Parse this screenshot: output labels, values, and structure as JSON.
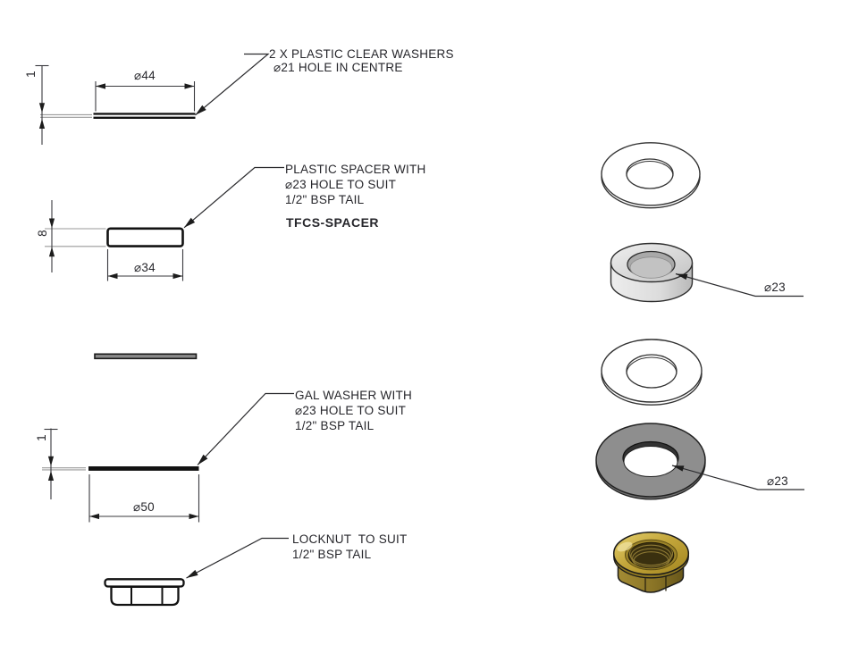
{
  "drawing": {
    "background": "#ffffff",
    "ink_color": "#26262b",
    "line_color": "#3a3a3e",
    "callouts": {
      "washers": {
        "line1": "2 X PLASTIC CLEAR WASHERS",
        "line2": "⌀21 HOLE IN CENTRE"
      },
      "spacer": {
        "line1": "PLASTIC SPACER WITH",
        "line2": "⌀23 HOLE TO SUIT",
        "line3": "1/2\" BSP TAIL",
        "part_code": "TFCS-SPACER"
      },
      "gal_washer": {
        "line1": "GAL WASHER WITH",
        "line2": "⌀23 HOLE TO SUIT",
        "line3": "1/2\" BSP TAIL"
      },
      "locknut": {
        "line1": "LOCKNUT  TO SUIT",
        "line2": "1/2\" BSP TAIL"
      }
    },
    "dims": {
      "washer_diameter": "⌀44",
      "washer_thickness": "1",
      "spacer_thickness": "8",
      "spacer_diameter": "⌀34",
      "gal_washer_thickness": "1",
      "gal_washer_diameter": "⌀50",
      "spacer_hole_diameter": "⌀23",
      "gal_washer_hole_diameter": "⌀23"
    },
    "materials": {
      "brass_color": "#c3a63b",
      "gal_gray_color": "#8e8e8e",
      "spacer_gray_color": "#d9d9d9"
    }
  }
}
